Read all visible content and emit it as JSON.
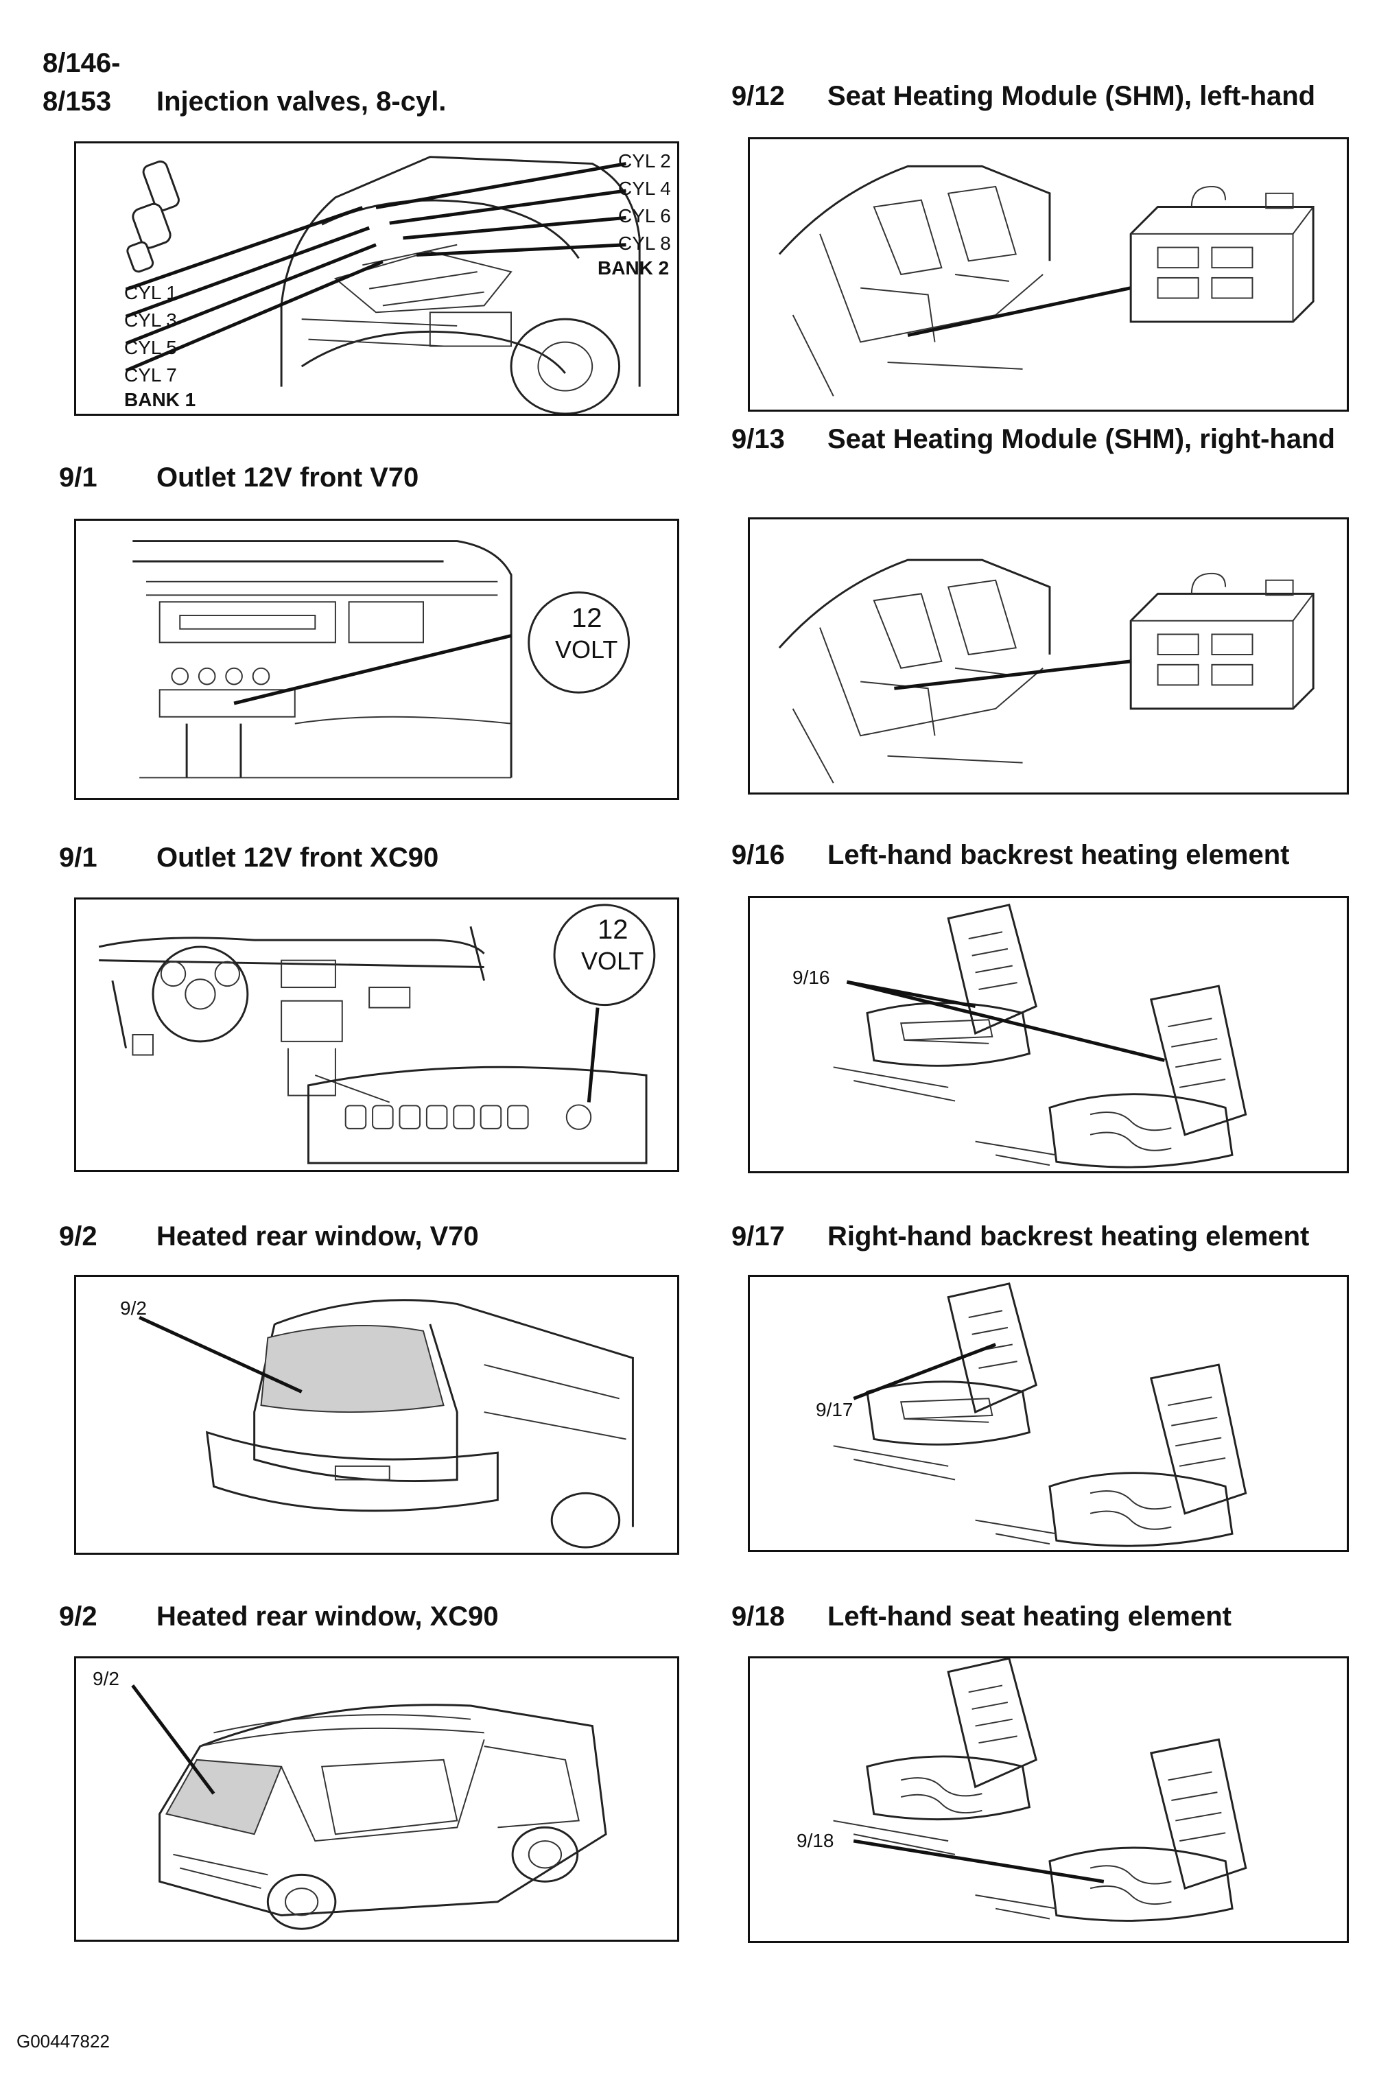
{
  "left": [
    {
      "code_line1": "8/146-",
      "code_line2": "8/153",
      "title": "Injection valves, 8-cyl.",
      "labels_left": [
        "CYL 1",
        "CYL 3",
        "CYL 5",
        "CYL 7"
      ],
      "bank_left": "BANK 1",
      "labels_right": [
        "CYL 2",
        "CYL 4",
        "CYL 6",
        "CYL 8"
      ],
      "bank_right": "BANK 2"
    },
    {
      "code": "9/1",
      "title": "Outlet 12V front V70",
      "badge_line1": "12",
      "badge_line2": "VOLT"
    },
    {
      "code": "9/1",
      "title": "Outlet 12V front XC90",
      "badge_line1": "12",
      "badge_line2": "VOLT"
    },
    {
      "code": "9/2",
      "title": "Heated rear window, V70",
      "callout": "9/2"
    },
    {
      "code": "9/2",
      "title": "Heated rear window, XC90",
      "callout": "9/2"
    }
  ],
  "right": [
    {
      "code": "9/12",
      "title": "Seat Heating Module (SHM), left-hand"
    },
    {
      "code": "9/13",
      "title": "Seat Heating Module (SHM), right-hand"
    },
    {
      "code": "9/16",
      "title": "Left-hand backrest heating element",
      "callout": "9/16"
    },
    {
      "code": "9/17",
      "title": "Right-hand backrest heating element",
      "callout": "9/17"
    },
    {
      "code": "9/18",
      "title": "Left-hand seat heating element",
      "callout": "9/18"
    }
  ],
  "footer": "G00447822"
}
